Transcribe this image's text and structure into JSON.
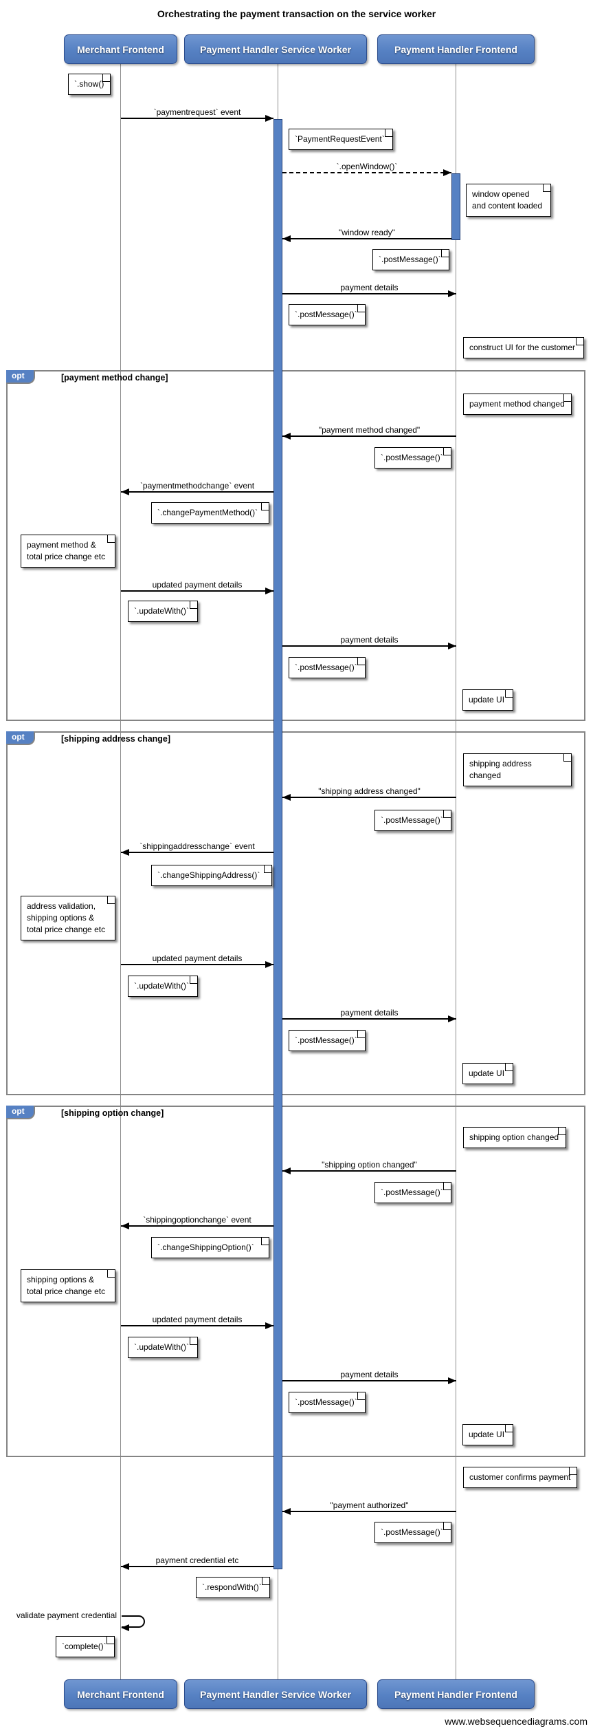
{
  "title": "Orchestrating the payment transaction on the service worker",
  "footer": "www.websequencediagrams.com",
  "actors": [
    {
      "label": "Merchant Frontend"
    },
    {
      "label": "Payment Handler Service Worker"
    },
    {
      "label": "Payment Handler Frontend"
    }
  ],
  "fragments": [
    {
      "operator": "opt",
      "condition": "[payment method change]"
    },
    {
      "operator": "opt",
      "condition": "[shipping address change]"
    },
    {
      "operator": "opt",
      "condition": "[shipping option change]"
    }
  ],
  "messages": [
    {
      "label": "`paymentrequest` event"
    },
    {
      "label": "`.openWindow()`"
    },
    {
      "label": "\"window ready\""
    },
    {
      "label": "payment details"
    },
    {
      "label": "\"payment method changed\""
    },
    {
      "label": "`paymentmethodchange` event"
    },
    {
      "label": "updated payment details"
    },
    {
      "label": "payment details"
    },
    {
      "label": "\"shipping address changed\""
    },
    {
      "label": "`shippingaddresschange` event"
    },
    {
      "label": "updated payment details"
    },
    {
      "label": "payment details"
    },
    {
      "label": "\"shipping option changed\""
    },
    {
      "label": "`shippingoptionchange` event"
    },
    {
      "label": "updated payment details"
    },
    {
      "label": "payment details"
    },
    {
      "label": "\"payment authorized\""
    },
    {
      "label": "payment credential etc"
    },
    {
      "label": "validate payment credential"
    }
  ],
  "notes": [
    {
      "text": "`.show()`"
    },
    {
      "text": "`PaymentRequestEvent`"
    },
    {
      "text": "window opened\nand content loaded"
    },
    {
      "text": "`.postMessage()`"
    },
    {
      "text": "`.postMessage()`"
    },
    {
      "text": "construct UI for the customer"
    },
    {
      "text": "payment method changed"
    },
    {
      "text": "`.postMessage()`"
    },
    {
      "text": "`.changePaymentMethod()`"
    },
    {
      "text": "payment method &\ntotal price change etc"
    },
    {
      "text": "`.updateWith()`"
    },
    {
      "text": "`.postMessage()`"
    },
    {
      "text": "update UI"
    },
    {
      "text": "shipping address changed"
    },
    {
      "text": "`.postMessage()`"
    },
    {
      "text": "`.changeShippingAddress()`"
    },
    {
      "text": "address validation,\nshipping options &\ntotal price change etc"
    },
    {
      "text": "`.updateWith()`"
    },
    {
      "text": "`.postMessage()`"
    },
    {
      "text": "update UI"
    },
    {
      "text": "shipping option changed"
    },
    {
      "text": "`.postMessage()`"
    },
    {
      "text": "`.changeShippingOption()`"
    },
    {
      "text": "shipping options &\ntotal price change etc"
    },
    {
      "text": "`.updateWith()`"
    },
    {
      "text": "`.postMessage()`"
    },
    {
      "text": "update UI"
    },
    {
      "text": "customer confirms payment"
    },
    {
      "text": "`.postMessage()`"
    },
    {
      "text": "`.respondWith()`"
    },
    {
      "text": "`complete()`"
    }
  ],
  "colors": {
    "actor_fill": "#5681c3",
    "actor_border": "#2b4c8c",
    "activation_fill": "#5681c3",
    "fragment_border": "#848484",
    "note_bg": "#ffffff",
    "arrow": "#000000",
    "lifeline": "#8c8c8c",
    "text": "#000000"
  }
}
